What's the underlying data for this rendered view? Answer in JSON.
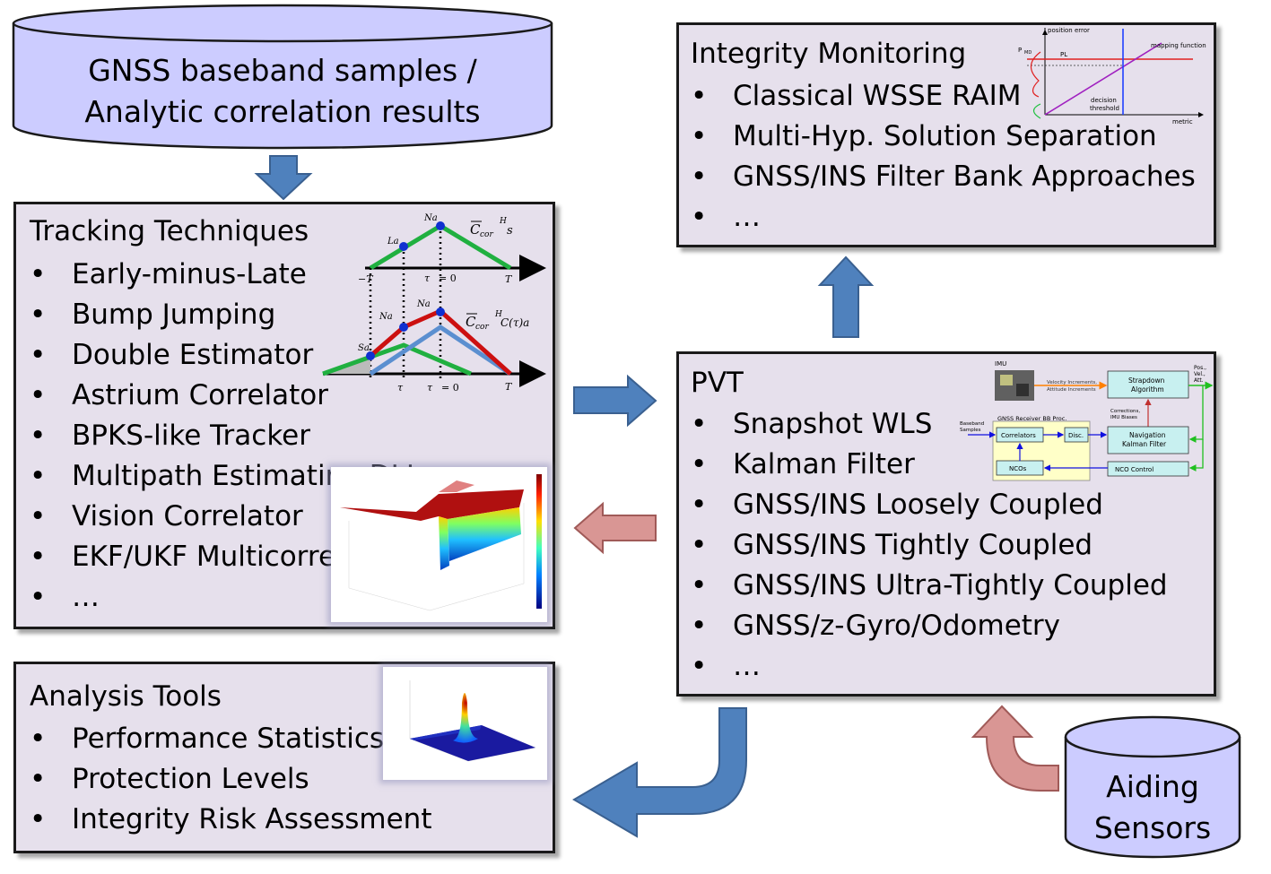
{
  "source_db": {
    "line1": "GNSS baseband samples /",
    "line2": "Analytic correlation results"
  },
  "tracking": {
    "title": "Tracking Techniques",
    "items": [
      "Early-minus-Late",
      "Bump Jumping",
      "Double Estimator",
      "Astrium Correlator",
      "BPKS-like Tracker",
      "Multipath Estimating DLL",
      "Vision Correlator",
      "EKF/UKF Multicorrelator",
      "…"
    ]
  },
  "integrity": {
    "title": "Integrity Monitoring",
    "items": [
      "Classical WSSE RAIM",
      "Multi-Hyp. Solution Separation",
      "GNSS/INS Filter Bank Approaches",
      "…"
    ]
  },
  "pvt": {
    "title": "PVT",
    "items": [
      "Snapshot WLS",
      "Kalman Filter",
      "GNSS/INS Loosely Coupled",
      "GNSS/INS Tightly Coupled",
      "GNSS/INS Ultra-Tightly Coupled",
      "GNSS/z-Gyro/Odometry",
      "…"
    ]
  },
  "analysis": {
    "title": "Analysis Tools",
    "items": [
      "Performance Statistics",
      "Protection Levels",
      "Integrity Risk Assessment"
    ]
  },
  "aiding": {
    "line1": "Aiding",
    "line2": "Sensors"
  },
  "bullet": "•",
  "integrity_plot": {
    "position_error": "position error",
    "pmd": "P",
    "pmd_sub": "MD",
    "pl": "PL",
    "mapping_function": "mapping function",
    "decision": "decision",
    "threshold": "threshold",
    "metric": "metric"
  },
  "pvt_diagram": {
    "imu": "IMU",
    "vel_inc": "Velocity Increments,",
    "att_inc": "Attitude Increments",
    "strapdown1": "Strapdown",
    "strapdown2": "Algorithm",
    "pos1": "Pos.,",
    "pos2": "Vel.,",
    "pos3": "Att.",
    "corrections1": "Corrections,",
    "corrections2": "IMU Biases",
    "gnss_receiver": "GNSS Receiver BB Proc.",
    "baseband1": "Baseband",
    "baseband2": "Samples",
    "correlators": "Correlators",
    "disc": "Disc.",
    "nav1": "Navigation",
    "nav2": "Kalman Filter",
    "ncos": "NCOs",
    "nco_control": "NCO Control"
  },
  "tracking_plot": {
    "na": "Na",
    "la": "La",
    "ccor": "C",
    "cor": "cor",
    "h": "H",
    "s": "s",
    "ctau": "C(τ)a",
    "neg_tc": "−T",
    "c_sub": "c",
    "tc": "T",
    "tau0": "τ",
    "eq0": "= 0",
    "na1_oa1": "Na",
    "na0_la": "Na",
    "sa": "Sa",
    "tau1": "τ"
  },
  "colors": {
    "box_fill": "#e6e0ec",
    "cylinder_fill": "#ccccff",
    "blue_arrow": "#4f81bd",
    "pink_arrow": "#d99694",
    "green": "#20b040",
    "red": "#cc1010",
    "blue_line": "#5b8fd0"
  }
}
